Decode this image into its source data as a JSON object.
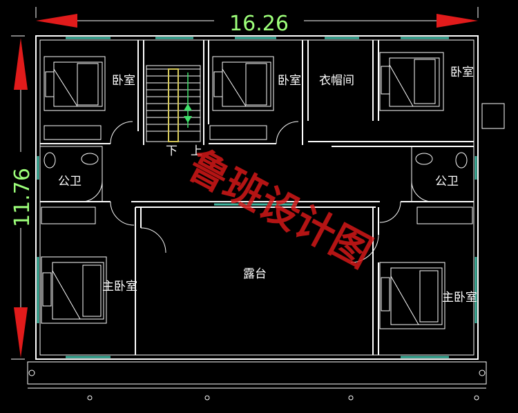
{
  "dimensions": {
    "width": "16.26",
    "height": "11.76"
  },
  "rooms": {
    "bedroom_1": "卧室",
    "bedroom_2": "卧室",
    "closet": "衣帽间",
    "bedroom_3": "卧室",
    "bath_left": "公卫",
    "bath_right": "公卫",
    "master_left": "主卧室",
    "terrace": "露台",
    "master_right": "主卧室"
  },
  "stairs": {
    "down": "下",
    "up": "上"
  },
  "watermark": "鲁班设计图",
  "colors": {
    "background": "#000000",
    "walls": "#ffffff",
    "windows": "#3fb6a0",
    "dimension_text": "#9dff7a",
    "arrows": "#e11b1b",
    "watermark": "#dc1919"
  }
}
